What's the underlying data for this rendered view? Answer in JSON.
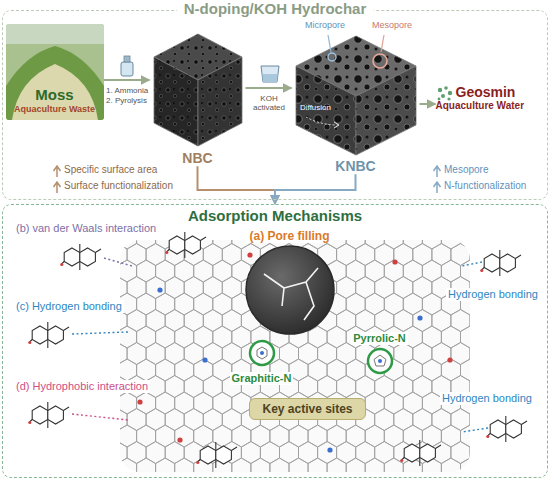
{
  "diagram": {
    "nodes": [
      {
        "text": [
          "N-doping/KOH Hydrochar"
        ]
      },
      {
        "text": [
          "Moss",
          "Aquaculture Waste"
        ],
        "in": 0
      },
      {
        "text": [
          "NBC"
        ],
        "in": 0
      },
      {
        "text": [
          "KNBC"
        ],
        "in": 0
      },
      {
        "text": [
          "Geosmin",
          "Aquaculture Water"
        ],
        "in": 0
      },
      {
        "text": [
          "Adsorption Mechanisms"
        ]
      },
      {
        "text": [
          "(a) Pore filling"
        ],
        "in": 5
      },
      {
        "text": [
          "Graphitic-N"
        ],
        "in": 5
      },
      {
        "text": [
          "Pyrrolic-N"
        ],
        "in": 5
      },
      {
        "text": [
          "Key active sites"
        ],
        "in": 5
      }
    ],
    "edges": [
      {
        "from": 1,
        "to": 2,
        "arrow": "to"
      },
      {
        "from": 2,
        "to": 3,
        "arrow": "to"
      },
      {
        "from": 3,
        "to": 4,
        "arrow": "to"
      },
      {
        "from": 2,
        "to": 5,
        "arrow": "to"
      },
      {
        "from": 3,
        "to": 5,
        "arrow": "to"
      }
    ],
    "labels": [
      "1. Ammonia",
      "2. Pyrolysis",
      "KOH activated",
      "Micropore",
      "Mesopore",
      "Diffusion",
      "Specific surface area",
      "Surface functionalization",
      "Mesopore",
      "N-functionalization",
      "(b) van der Waals interaction",
      "(c) Hydrogen bonding",
      "(d) Hydrophobic interaction",
      "Hydrogen bonding",
      "Hydrogen bonding"
    ]
  }
}
